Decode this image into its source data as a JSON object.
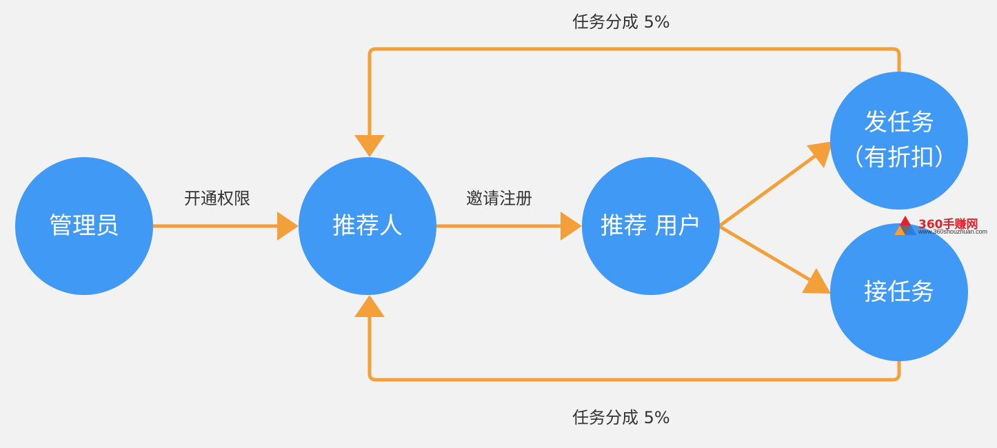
{
  "nodes": {
    "admin": "管理员",
    "referrer": "推荐人",
    "referred_user": "推荐 用户",
    "publish_task_line1": "发任务",
    "publish_task_line2": "（有折扣）",
    "accept_task": "接任务"
  },
  "edges": {
    "open_permission": "开通权限",
    "invite_register": "邀请注册",
    "task_share_top": "任务分成  5%",
    "task_share_bottom": "任务分成 5%"
  },
  "watermark": {
    "brand": "360手赚网",
    "url": "www.360shouzhuan.com"
  },
  "colors": {
    "node_fill": "#4099f4",
    "connector": "#f3a03a",
    "background": "#f2f2f2",
    "label_text": "#333333"
  }
}
